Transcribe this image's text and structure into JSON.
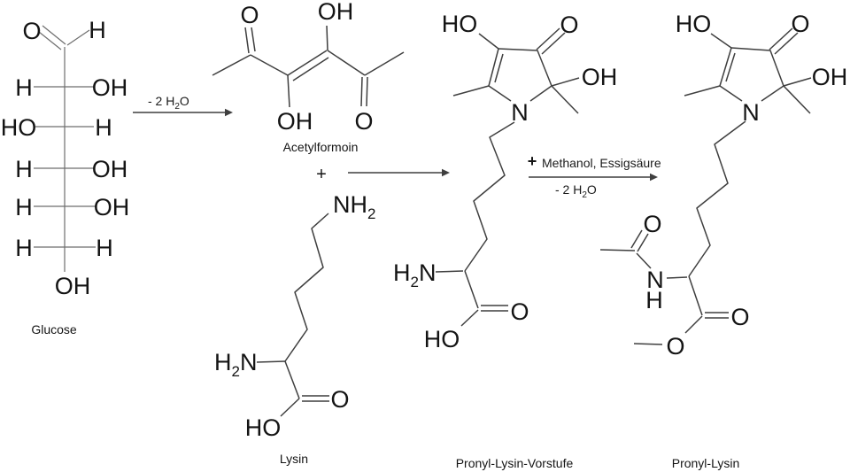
{
  "scheme": {
    "captions": {
      "glucose": "Glucose",
      "acetylformoin": "Acetylformoin",
      "lysin": "Lysin",
      "vorstufe": "Pronyl-Lysin-Vorstufe",
      "pronyl_lysin": "Pronyl-Lysin"
    },
    "atoms": {
      "O": "O",
      "H": "H",
      "OH": "OH",
      "HO": "HO",
      "N": "N",
      "NH": "NH",
      "sub2": "2"
    },
    "reagents": {
      "plus": "+",
      "minus_2_h": "- 2 H",
      "sub2": "2",
      "O": "O",
      "methanol_acetic": "Methanol, Essigsäure"
    },
    "colors": {
      "background": "#ffffff",
      "bond": "#3f3f3f",
      "bond_light": "#6e6e6e",
      "text": "#141414"
    }
  }
}
